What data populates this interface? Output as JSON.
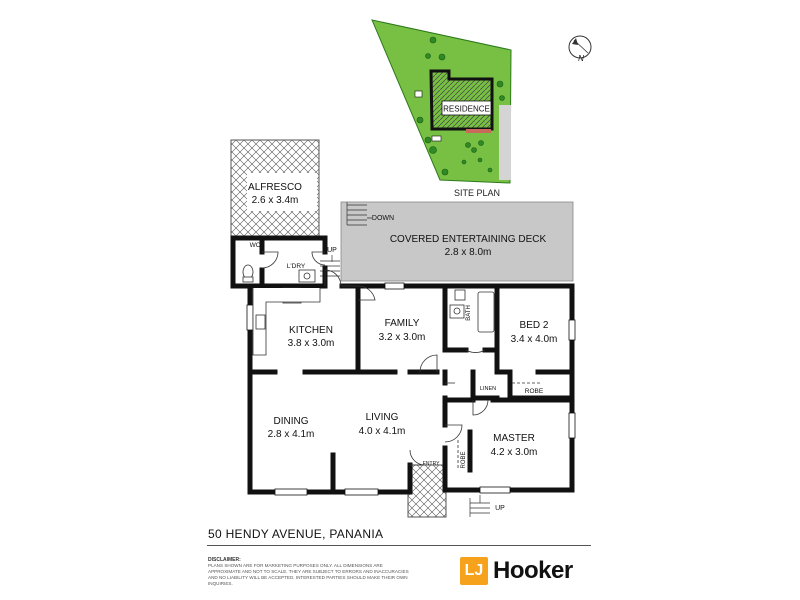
{
  "site_plan": {
    "residence_label": "RESIDENCE",
    "caption": "SITE PLAN",
    "compass_label": "N"
  },
  "rooms": {
    "alfresco": {
      "name": "ALFRESCO",
      "size": "2.6 x 3.4m"
    },
    "deck": {
      "name": "COVERED ENTERTAINING DECK",
      "size": "2.8 x 8.0m"
    },
    "kitchen": {
      "name": "KITCHEN",
      "size": "3.8 x 3.0m"
    },
    "family": {
      "name": "FAMILY",
      "size": "3.2 x 3.0m"
    },
    "bed2": {
      "name": "BED 2",
      "size": "3.4 x 4.0m"
    },
    "dining": {
      "name": "DINING",
      "size": "2.8 x 4.1m"
    },
    "living": {
      "name": "LIVING",
      "size": "4.0 x 4.1m"
    },
    "master": {
      "name": "MASTER",
      "size": "4.2 x 3.0m"
    }
  },
  "small_labels": {
    "wc": "WC",
    "laundry": "L'DRY",
    "bath": "BATH",
    "robe": "ROBE",
    "linen": "LINEN",
    "entry": "ENTRY",
    "down": "DOWN",
    "up_deck": "UP",
    "up_entry": "UP"
  },
  "footer": {
    "address": "50 HENDY AVENUE, PANANIA",
    "disclaimer_title": "DISCLAIMER:",
    "disclaimer_text": "PLANS SHOWN ARE FOR MARKETING PURPOSES ONLY. ALL DIMENSIONS ARE APPROXIMATE AND NOT TO SCALE. THEY ARE SUBJECT TO ERRORS AND INACCURACIES AND NO LIABILITY WILL BE ACCEPTED. INTERESTED PARTIES SHOULD MAKE THEIR OWN INQUIRIES.",
    "logo_mark": "LJ",
    "logo_text": "Hooker"
  },
  "colors": {
    "wall": "#111111",
    "deck": "#c8c8c8",
    "grass": "#77c043",
    "logo": "#f6a21d",
    "tile_hatch": "#555555"
  }
}
